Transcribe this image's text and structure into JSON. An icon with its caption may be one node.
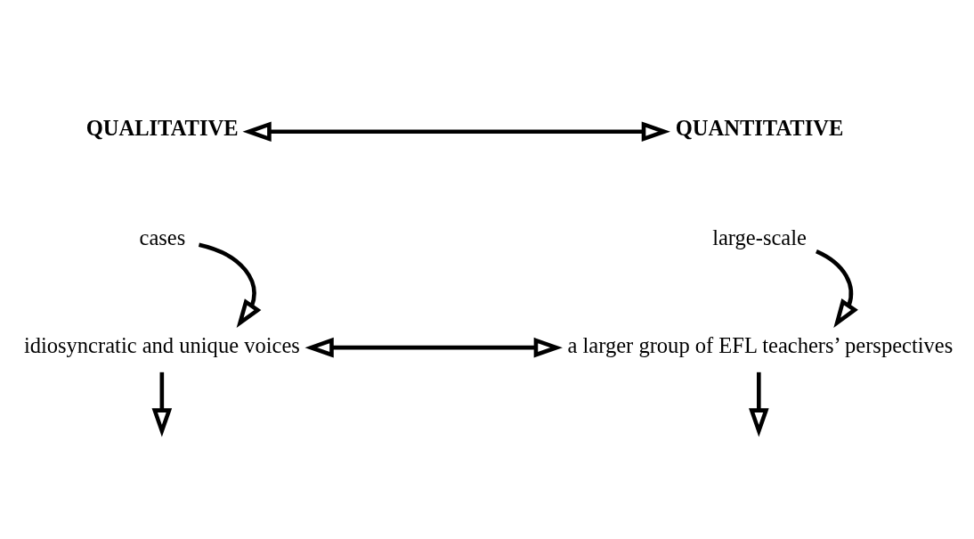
{
  "diagram": {
    "nodes": [
      {
        "text": [
          "QUALITATIVE"
        ]
      },
      {
        "text": [
          "QUANTITATIVE"
        ]
      },
      {
        "text": [
          "cases"
        ]
      },
      {
        "text": [
          "large-scale"
        ]
      },
      {
        "text": [
          "idiosyncratic and unique voices"
        ]
      },
      {
        "text": [
          "a larger group of EFL teachers’ perspectives"
        ]
      }
    ],
    "edges": [
      {
        "from": 0,
        "to": 1,
        "arrow": "both"
      },
      {
        "from": 2,
        "to": 4,
        "arrow": "to"
      },
      {
        "from": 3,
        "to": 5,
        "arrow": "to"
      },
      {
        "from": 4,
        "to": null,
        "arrow": "to"
      },
      {
        "from": 5,
        "to": null,
        "arrow": "to"
      },
      {
        "from": 4,
        "to": 5,
        "arrow": "both"
      }
    ]
  }
}
